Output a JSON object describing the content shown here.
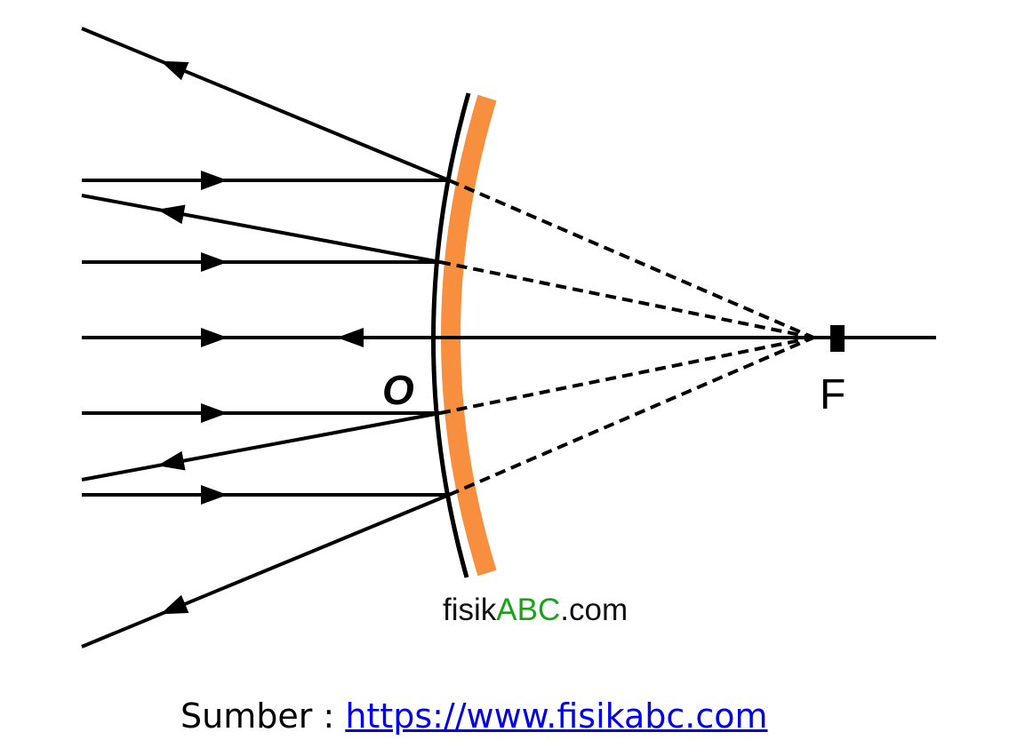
{
  "diagram": {
    "title": "Convex mirror ray diagram",
    "labels": {
      "vertex": "O",
      "focus": "F"
    },
    "watermark": {
      "prefix": "fisik",
      "highlight": "ABC",
      "suffix": ".com"
    },
    "colors": {
      "mirror_back": "#f78f3f",
      "watermark_highlight": "#1aa31a",
      "ray": "#000000"
    }
  },
  "caption": {
    "label": "Sumber : ",
    "link": "https://www.fisikabc.com"
  }
}
